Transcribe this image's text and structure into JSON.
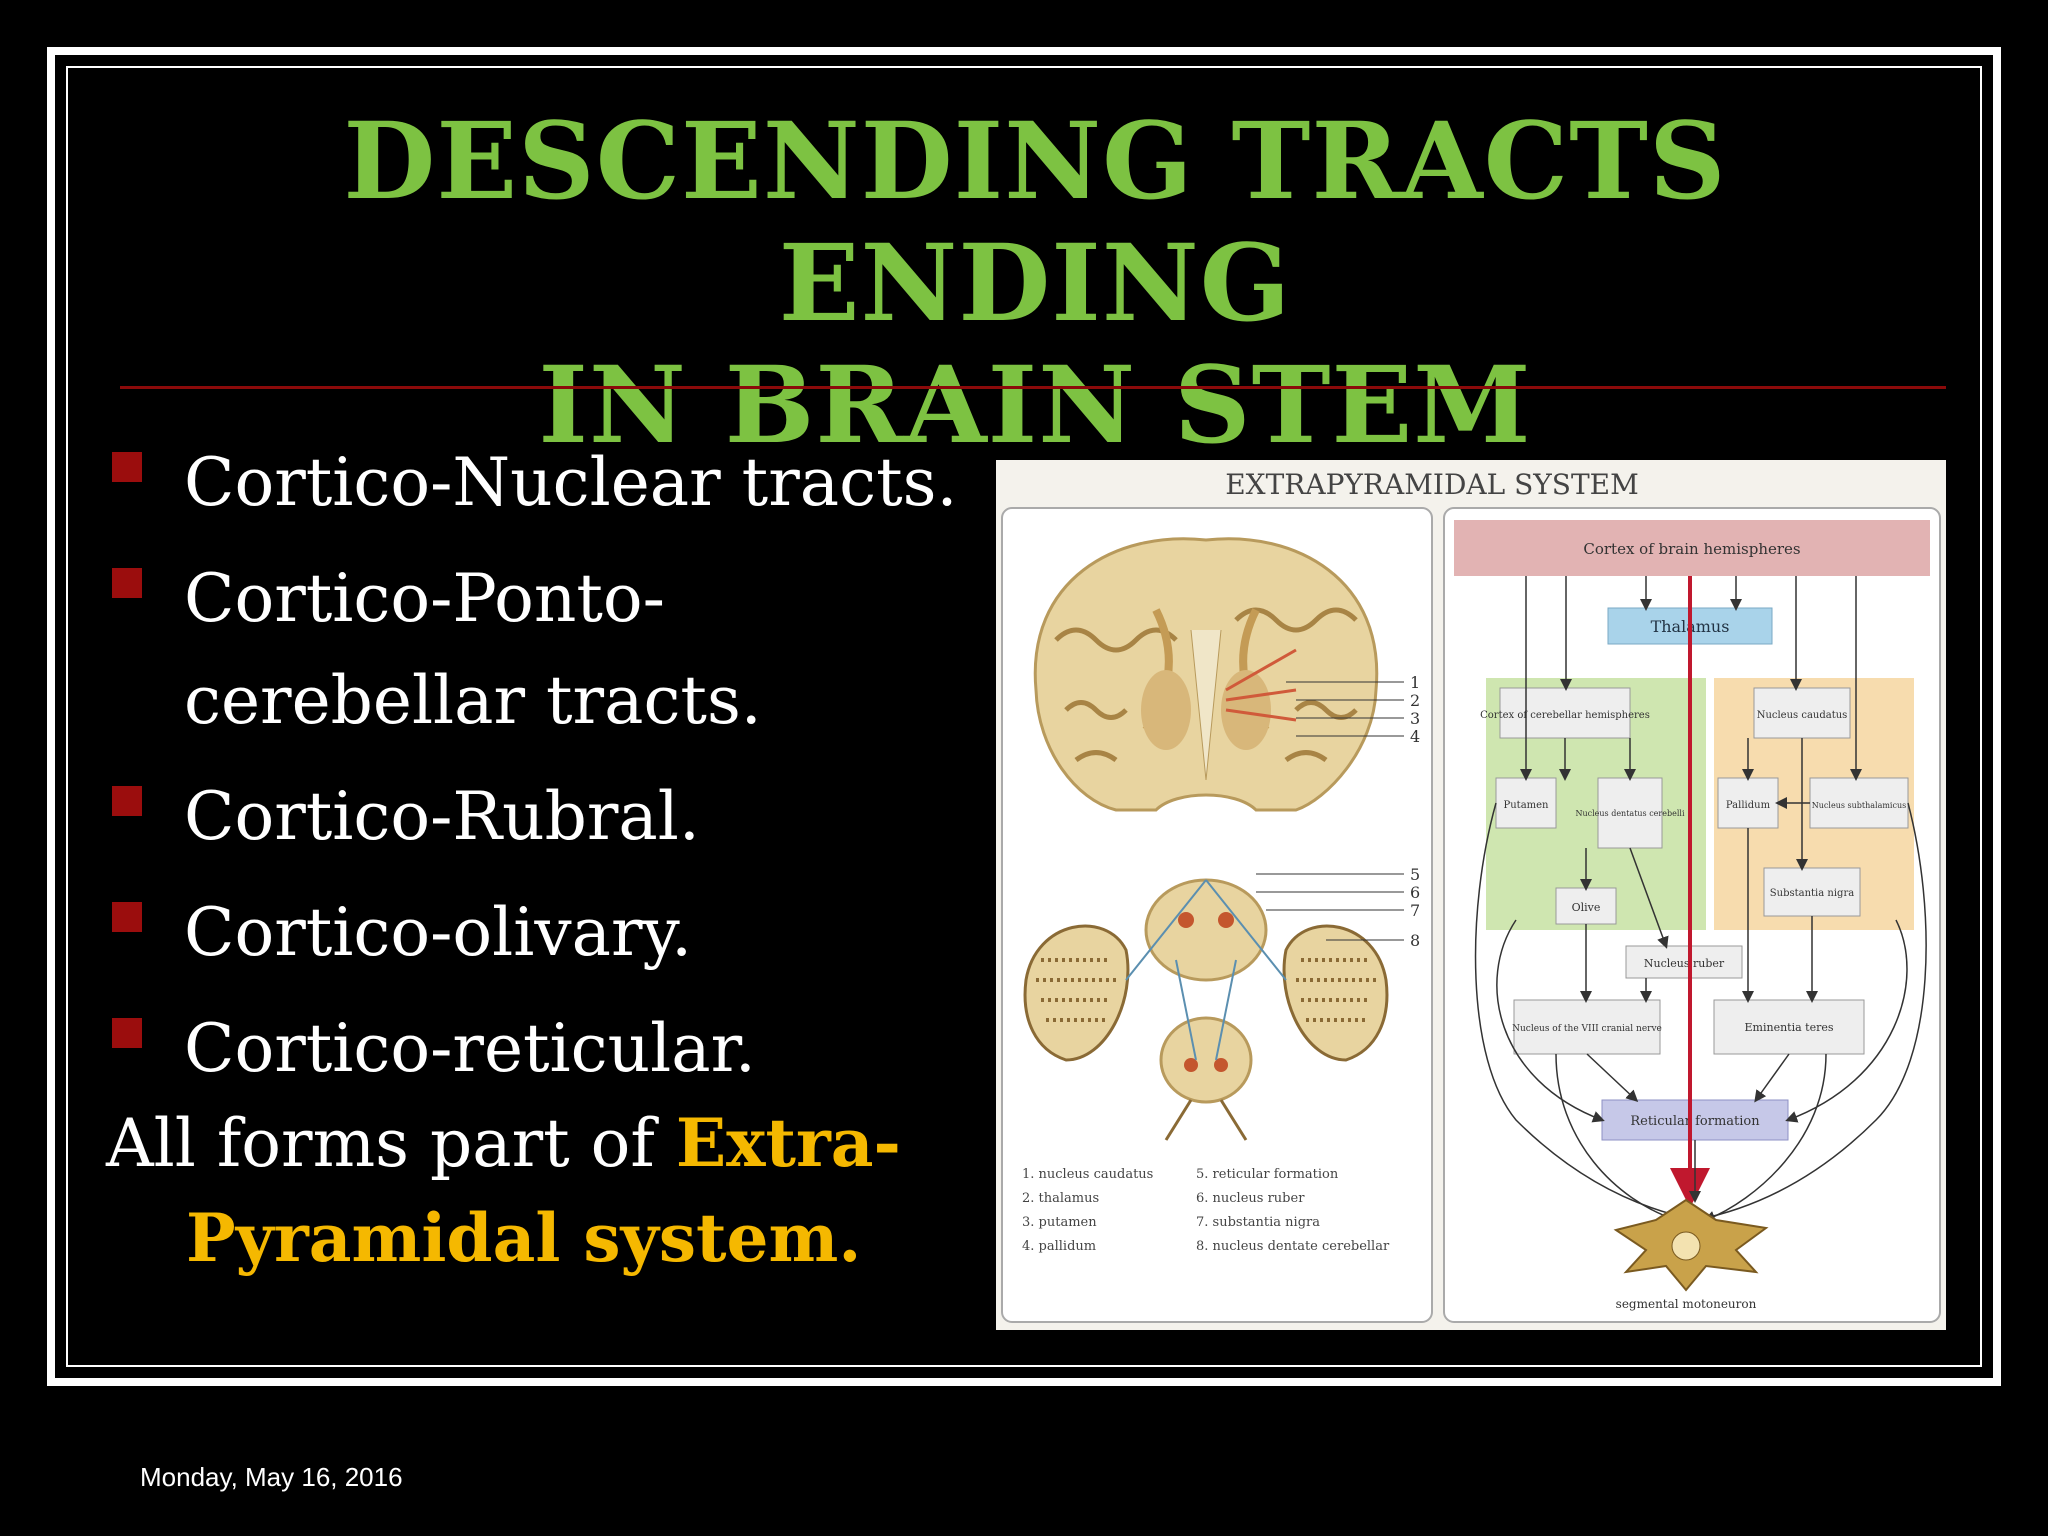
{
  "slide": {
    "title_line1": "DESCENDING TRACTS ENDING",
    "title_line2": "IN BRAIN STEM",
    "bullets": [
      {
        "lines": [
          "Cortico-Nuclear tracts."
        ]
      },
      {
        "lines": [
          "Cortico-Ponto-",
          "cerebellar tracts."
        ]
      },
      {
        "lines": [
          "Cortico-Rubral."
        ]
      },
      {
        "lines": [
          "Cortico-olivary."
        ]
      },
      {
        "lines": [
          "Cortico-reticular."
        ]
      }
    ],
    "summary_prefix": "All forms part of ",
    "summary_highlight_1": "Extra-",
    "summary_highlight_2": "Pyramidal system.",
    "date": "Monday, May 16, 2016"
  },
  "figure": {
    "heading": "EXTRAPYRAMIDAL SYSTEM",
    "cortex_box": "Cortex of brain hemispheres",
    "thalamus": "Thalamus",
    "cerebellar_cortex": "Cortex of cerebellar hemispheres",
    "putamen": "Putamen",
    "nucleus_dentatus": "Nucleus dentatus cerebelli",
    "nucleus_caudatus": "Nucleus caudatus",
    "pallidum": "Pallidum",
    "nucleus_subthalamic": "Nucleus subthalamicus",
    "olive": "Olive",
    "substantia_nigra": "Substantia nigra",
    "nucleus_ruber": "Nucleus ruber",
    "nucleus_viii": "Nucleus of the VIII cranial nerve",
    "eminentia": "Eminentia teres",
    "reticular": "Reticular formation",
    "motoneuron": "segmental motoneuron",
    "brain_numbers": [
      "1",
      "2",
      "3",
      "4",
      "5",
      "6",
      "7",
      "8"
    ],
    "legend_left": [
      "1. nucleus caudatus",
      "2. thalamus",
      "3. putamen",
      "4. pallidum"
    ],
    "legend_right": [
      "5. reticular formation",
      "6. nucleus ruber",
      "7. substantia nigra",
      "8. nucleus dentate cerebellar"
    ],
    "colors": {
      "green_panel": "#cfe6b0",
      "orange_panel": "#f7dcae",
      "thalamus": "#a9d3ea",
      "cortex_header": "#e2b3b3",
      "red_line": "#c0182e"
    }
  }
}
